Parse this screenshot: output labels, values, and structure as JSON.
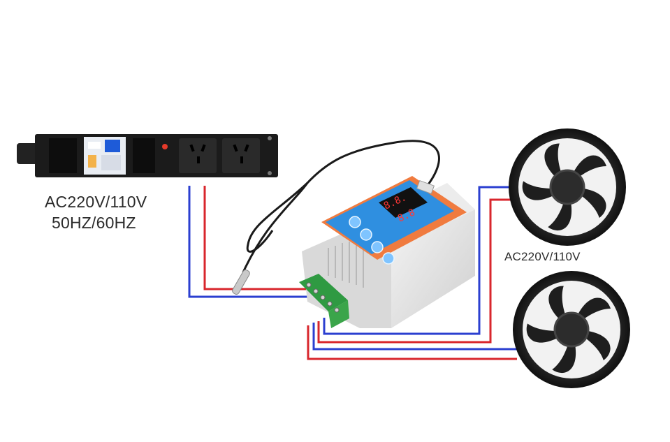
{
  "power_strip": {
    "voltage_label": "AC220V/110V",
    "frequency_label": "50HZ/60HZ"
  },
  "fans": {
    "voltage_label": "AC220V/110V"
  },
  "colors": {
    "live_wire": "#d8262c",
    "neutral_wire": "#2b3fd0",
    "controller_panel": "#2f8fe0",
    "controller_accent": "#f07b3f",
    "terminal_block": "#3ba54a"
  }
}
